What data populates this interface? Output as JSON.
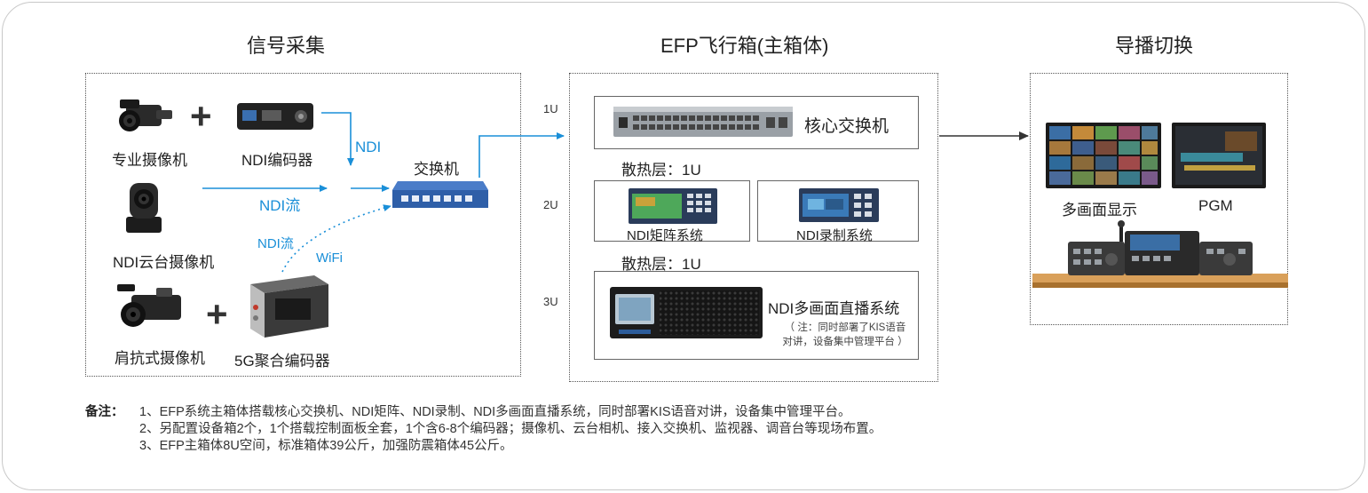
{
  "sections": {
    "capture_title": "信号采集",
    "efp_title": "EFP飞行箱(主箱体)",
    "switching_title": "导播切换"
  },
  "capture": {
    "pro_camera": "专业摄像机",
    "ndi_encoder": "NDI编码器",
    "ndi_label": "NDI",
    "ndi_ptz": "NDI云台摄像机",
    "ndi_stream_1": "NDI流",
    "ndi_stream_2": "NDI流",
    "wifi": "WiFi",
    "switch": "交换机",
    "shoulder_camera": "肩抗式摄像机",
    "fiveg_encoder": "5G聚合编码器",
    "plus": "+"
  },
  "efp": {
    "u1": "1U",
    "u2": "2U",
    "u3": "3U",
    "core_switch": "核心交换机",
    "cooling_1": "散热层：1U",
    "ndi_matrix": "NDI矩阵系统",
    "ndi_record": "NDI录制系统",
    "cooling_2": "散热层：1U",
    "multiview_live": "NDI多画面直播系统",
    "note_line1": "（ 注：同时部署了KIS语音",
    "note_line2": "对讲，设备集中管理平台 ）"
  },
  "switching": {
    "multiview": "多画面显示",
    "pgm": "PGM"
  },
  "remarks": {
    "label": "备注：",
    "line1": "1、EFP系统主箱体搭载核心交换机、NDI矩阵、NDI录制、NDI多画面直播系统，同时部署KIS语音对讲，设备集中管理平台。",
    "line2": "2、另配置设备箱2个，1个搭载控制面板全套，1个含6-8个编码器；摄像机、云台相机、接入交换机、监视器、调音台等现场布置。",
    "line3": "3、EFP主箱体8U空间，标准箱体39公斤，加强防震箱体45公斤。"
  },
  "colors": {
    "accent_blue": "#1a8fd8",
    "desk_wood": "#d9a05a"
  }
}
